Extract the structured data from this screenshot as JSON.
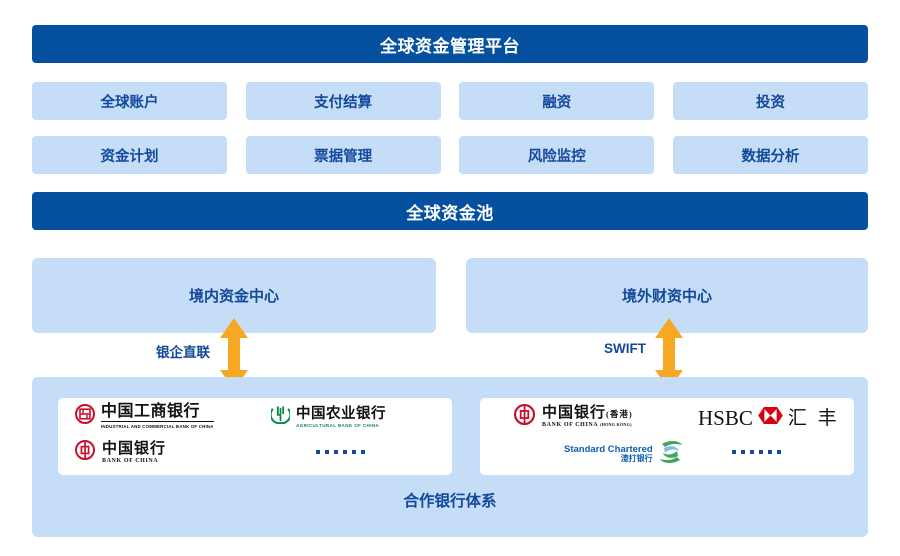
{
  "header": {
    "platform_title": "全球资金管理平台",
    "pool_title": "全球资金池"
  },
  "modules": {
    "row1": [
      {
        "label": "全球账户"
      },
      {
        "label": "支付结算"
      },
      {
        "label": "融资"
      },
      {
        "label": "投资"
      }
    ],
    "row2": [
      {
        "label": "资金计划"
      },
      {
        "label": "票据管理"
      },
      {
        "label": "风险监控"
      },
      {
        "label": "数据分析"
      }
    ]
  },
  "centers": {
    "domestic": {
      "title": "境内资金中心",
      "link_label": "银企直联"
    },
    "offshore": {
      "title": "境外财资中心",
      "link_label": "SWIFT"
    }
  },
  "bank_system": {
    "label": "合作银行体系",
    "domestic_banks": [
      {
        "name_zh": "中国工商银行",
        "name_en": "INDUSTRIAL AND COMMERCIAL BANK OF CHINA",
        "icon": "icbc-logo-icon"
      },
      {
        "name_zh": "中国农业银行",
        "name_en": "AGRICULTURAL BANK OF CHINA",
        "icon": "abc-logo-icon"
      },
      {
        "name_zh": "中国银行",
        "name_en": "BANK OF CHINA",
        "icon": "boc-logo-icon"
      },
      {
        "name_zh": "……",
        "name_en": "",
        "icon": "more-dots-icon"
      }
    ],
    "offshore_banks": [
      {
        "name_zh": "中国银行",
        "suffix_zh": "(香港)",
        "name_en": "BANK OF CHINA",
        "suffix_en": "(HONG KONG)",
        "icon": "boc-hk-logo-icon"
      },
      {
        "name_zh": "汇 丰",
        "name_en": "HSBC",
        "icon": "hsbc-logo-icon"
      },
      {
        "name_zh": "渣打银行",
        "name_en": "Standard Chartered",
        "icon": "standard-chartered-logo-icon"
      },
      {
        "name_zh": "……",
        "name_en": "",
        "icon": "more-dots-icon"
      }
    ]
  },
  "colors": {
    "primary_blue": "#05519f",
    "tile_blue": "#c5ddf7",
    "text_blue": "#14489b",
    "arrow_orange": "#f7a823",
    "icbc_red": "#c8102e",
    "abc_green": "#0f8a4e",
    "hsbc_red": "#db0011",
    "sc_blue": "#0a5fb4",
    "sc_green": "#41a65c"
  }
}
